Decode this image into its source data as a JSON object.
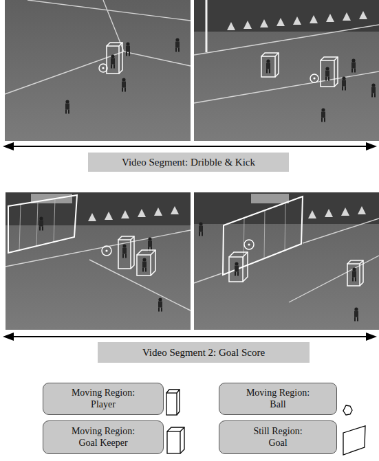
{
  "diagram": {
    "nodes": [
      {
        "text": [
          "Video Segment: Dribble & Kick"
        ]
      },
      {
        "text": [
          "Video Segment 2: Goal Score"
        ]
      }
    ],
    "legend": [
      {
        "text": "Moving Region: Player"
      },
      {
        "text": "Moving Region: Ball"
      },
      {
        "text": "Moving Region: Goal Keeper"
      },
      {
        "text": "Still Region: Goal"
      }
    ]
  }
}
